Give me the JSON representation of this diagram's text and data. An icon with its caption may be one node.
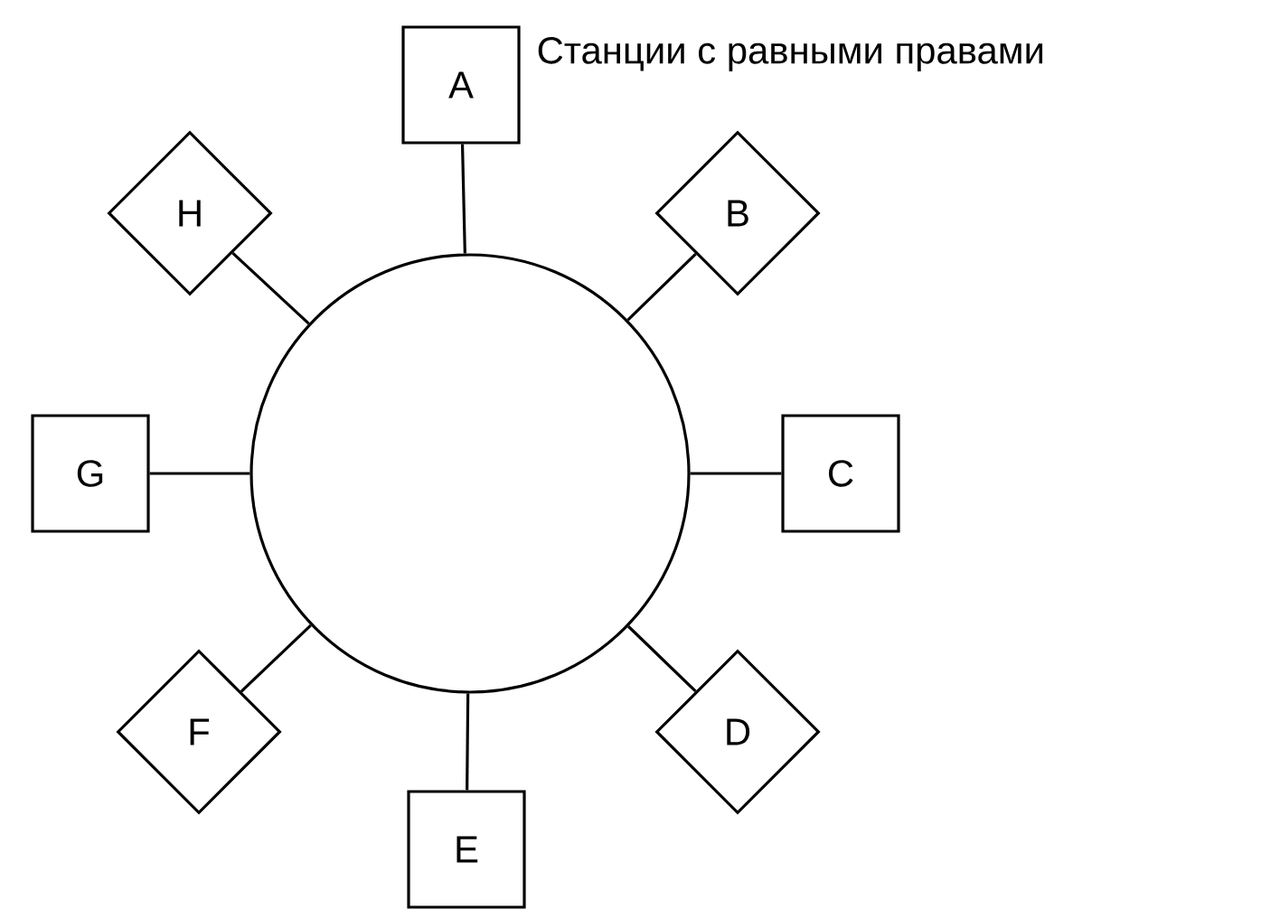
{
  "diagram": {
    "nodes": [
      {
        "text": [],
        "shape": "circle"
      },
      {
        "text": [
          "A"
        ]
      },
      {
        "text": [
          "B"
        ]
      },
      {
        "text": [
          "C"
        ]
      },
      {
        "text": [
          "D"
        ]
      },
      {
        "text": [
          "E"
        ]
      },
      {
        "text": [
          "F"
        ]
      },
      {
        "text": [
          "G"
        ]
      },
      {
        "text": [
          "H"
        ]
      }
    ],
    "edges": [
      {
        "from": 0,
        "to": 1,
        "arrow": "none"
      },
      {
        "from": 0,
        "to": 2,
        "arrow": "none"
      },
      {
        "from": 0,
        "to": 3,
        "arrow": "none"
      },
      {
        "from": 0,
        "to": 4,
        "arrow": "none"
      },
      {
        "from": 0,
        "to": 5,
        "arrow": "none"
      },
      {
        "from": 0,
        "to": 6,
        "arrow": "none"
      },
      {
        "from": 0,
        "to": 7,
        "arrow": "none"
      },
      {
        "from": 0,
        "to": 8,
        "arrow": "none"
      }
    ],
    "labels": [
      "Станции с равными правами"
    ]
  }
}
